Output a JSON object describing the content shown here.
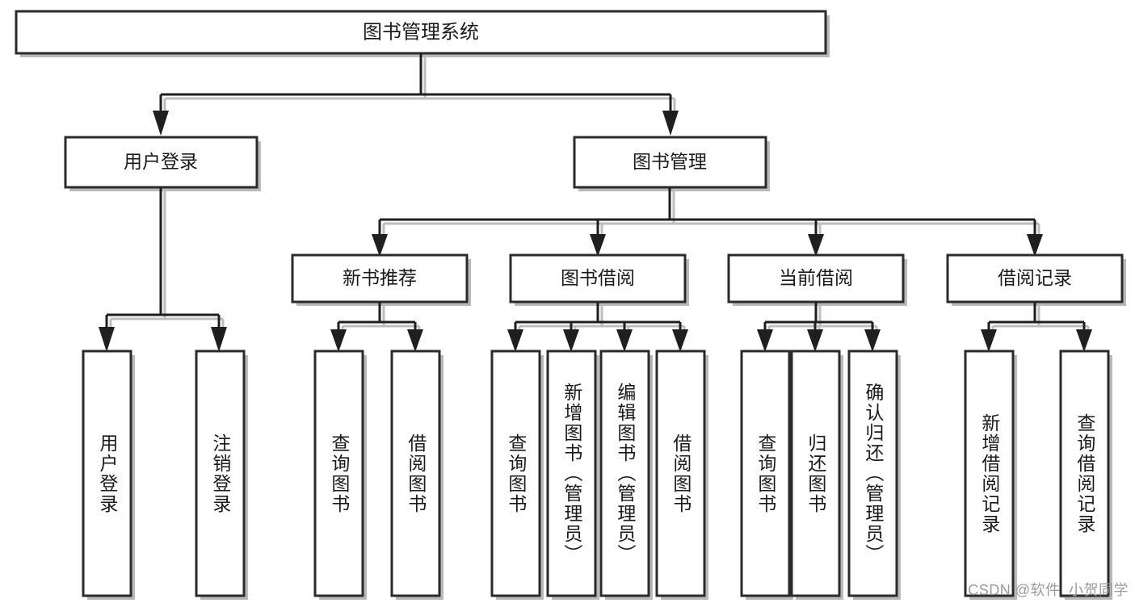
{
  "diagram": {
    "type": "tree",
    "title": "图书管理系统",
    "watermark": "CSDN @软件_小贺同学",
    "colors": {
      "box_stroke": "#2b2b2b",
      "box_fill": "#ffffff",
      "connector": "#1f1f1f",
      "shadow": "#b9b9b9",
      "text": "#1a1a1a",
      "watermark": "#9a9a9a"
    },
    "nodes": {
      "root": "图书管理系统",
      "level1": [
        "用户登录",
        "图书管理"
      ],
      "level2": [
        "新书推荐",
        "图书借阅",
        "当前借阅",
        "借阅记录"
      ],
      "leaves": {
        "user_login": [
          "用户登录",
          "注销登录"
        ],
        "new_book_rec": [
          "查询图书",
          "借阅图书"
        ],
        "book_borrow": [
          "查询图书",
          "新增图书（管理员）",
          "编辑图书（管理员）",
          "借阅图书"
        ],
        "current_borrow": [
          "查询图书",
          "归还图书",
          "确认归还（管理员）"
        ],
        "borrow_record": [
          "新增借阅记录",
          "查询借阅记录"
        ]
      }
    }
  }
}
